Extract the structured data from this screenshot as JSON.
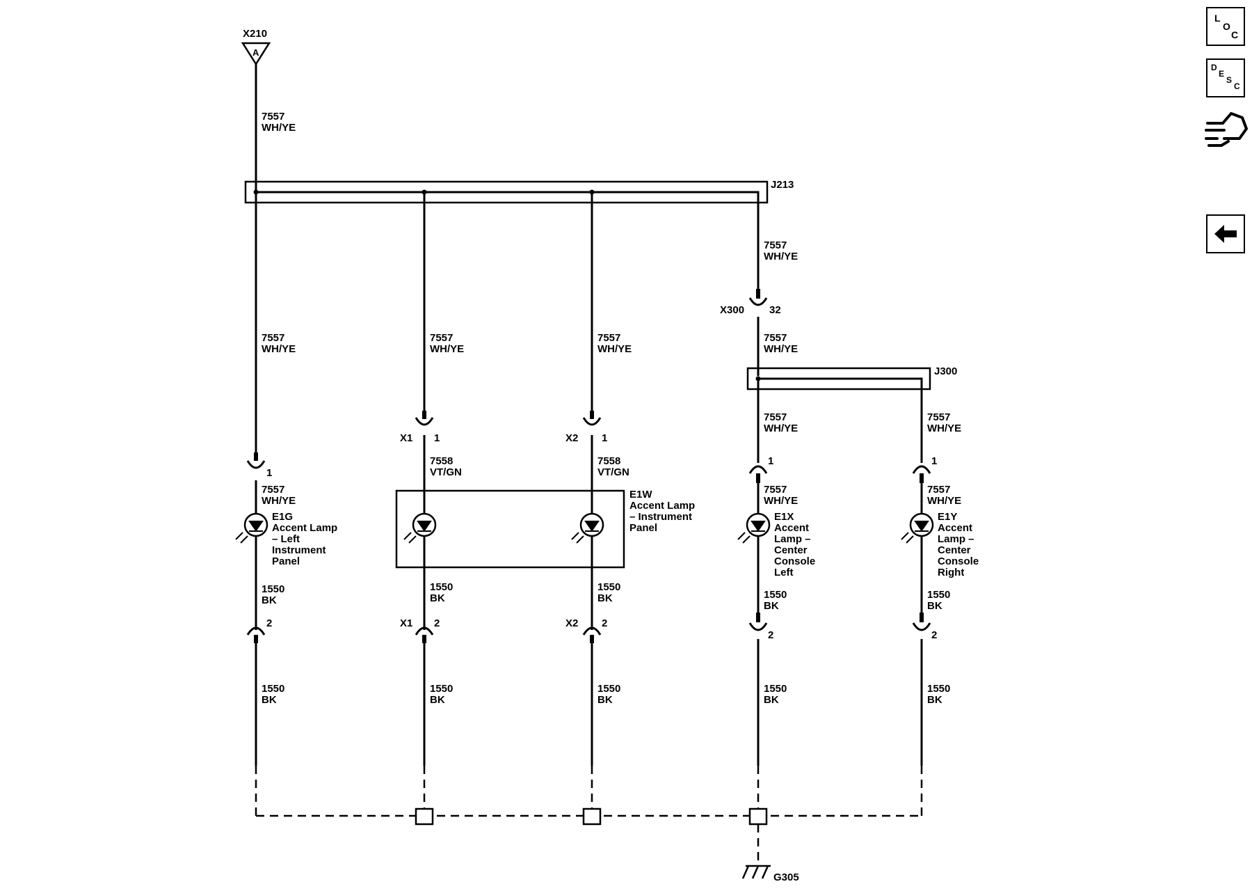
{
  "connector_top": {
    "name": "X210",
    "pin": "A"
  },
  "splices": {
    "j213": "J213",
    "j300": "J300"
  },
  "inline": {
    "x300": "X300",
    "x300_pin": "32"
  },
  "ground": "G305",
  "wires": {
    "w7557": {
      "circuit": "7557",
      "color": "WH/YE"
    },
    "w7558": {
      "circuit": "7558",
      "color": "VT/GN"
    },
    "w1550": {
      "circuit": "1550",
      "color": "BK"
    }
  },
  "lamps": {
    "e1g": {
      "id": "E1G",
      "lines": [
        "Accent Lamp",
        "– Left",
        "Instrument",
        "Panel"
      ]
    },
    "e1w": {
      "id": "E1W",
      "lines": [
        "Accent Lamp",
        "– Instrument",
        "Panel"
      ]
    },
    "e1x": {
      "id": "E1X",
      "lines": [
        "Accent",
        "Lamp –",
        "Center",
        "Console",
        "Left"
      ]
    },
    "e1y": {
      "id": "E1Y",
      "lines": [
        "Accent",
        "Lamp –",
        "Center",
        "Console",
        "Right"
      ]
    }
  },
  "connectors": {
    "x1": "X1",
    "x2": "X2"
  },
  "pins": {
    "p1": "1",
    "p2": "2"
  },
  "sidebar": {
    "loc": [
      "L",
      "O",
      "C"
    ],
    "desc": [
      "D",
      "E",
      "S",
      "C"
    ]
  }
}
